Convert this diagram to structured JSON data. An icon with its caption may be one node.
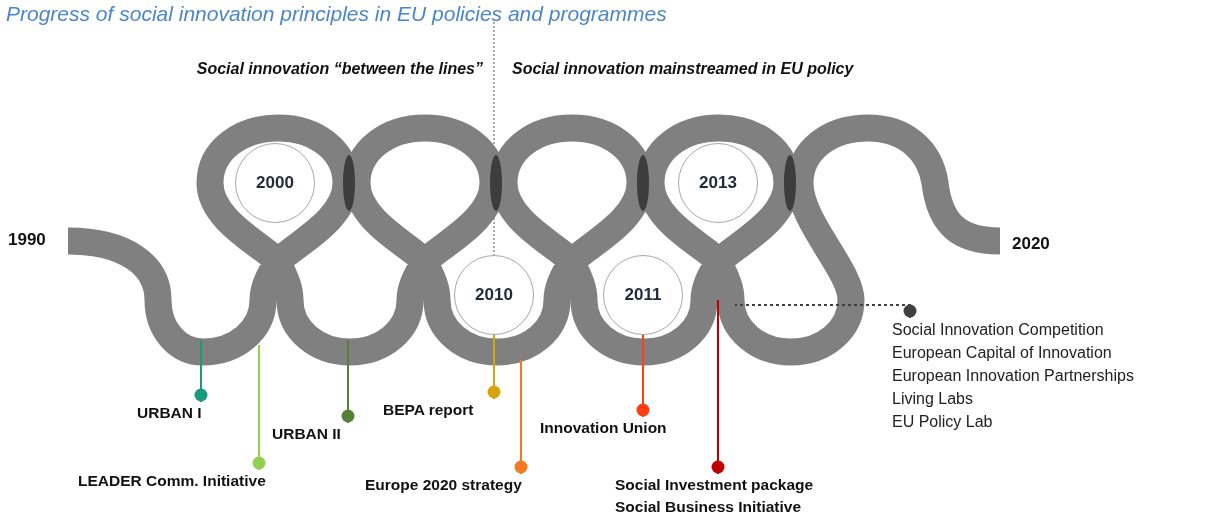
{
  "diagram": {
    "title": "Progress of social innovation principles in EU policies and programmes",
    "nodes": [
      {
        "text": [
          "2000"
        ]
      },
      {
        "text": [
          "2010"
        ]
      },
      {
        "text": [
          "2011"
        ]
      },
      {
        "text": [
          "2013"
        ]
      },
      {
        "text": [
          "URBAN I"
        ]
      },
      {
        "text": [
          "LEADER Comm. Initiative"
        ]
      },
      {
        "text": [
          "URBAN II"
        ]
      },
      {
        "text": [
          "BEPA report"
        ]
      },
      {
        "text": [
          "Europe 2020 strategy"
        ]
      },
      {
        "text": [
          "Innovation Union"
        ]
      },
      {
        "text": [
          "Social Investment package",
          "Social Business Initiative"
        ]
      },
      {
        "text": [
          "Social Innovation Competition",
          "European Capital of Innovation",
          "European Innovation Partnerships",
          "Living Labs",
          "EU Policy Lab"
        ]
      }
    ],
    "edges": [
      {
        "from": 4,
        "to": null,
        "arrow": "other",
        "color": "#1a9a7c"
      },
      {
        "from": 5,
        "to": null,
        "arrow": "other",
        "color": "#92d050"
      },
      {
        "from": 6,
        "to": null,
        "arrow": "other",
        "color": "#548235"
      },
      {
        "from": 7,
        "to": 1,
        "arrow": "other",
        "color": "#d6a40c"
      },
      {
        "from": 8,
        "to": null,
        "arrow": "other",
        "color": "#f47a20"
      },
      {
        "from": 9,
        "to": 2,
        "arrow": "other",
        "color": "#ff3f10"
      },
      {
        "from": 10,
        "to": null,
        "arrow": "other",
        "color": "#c00000"
      },
      {
        "from": 11,
        "to": null,
        "arrow": "other",
        "style": "dashed",
        "color": "#404040"
      }
    ],
    "labels": [
      "Social innovation “between the lines”",
      "Social innovation mainstreamed in EU policy",
      "1990",
      "2020"
    ]
  }
}
